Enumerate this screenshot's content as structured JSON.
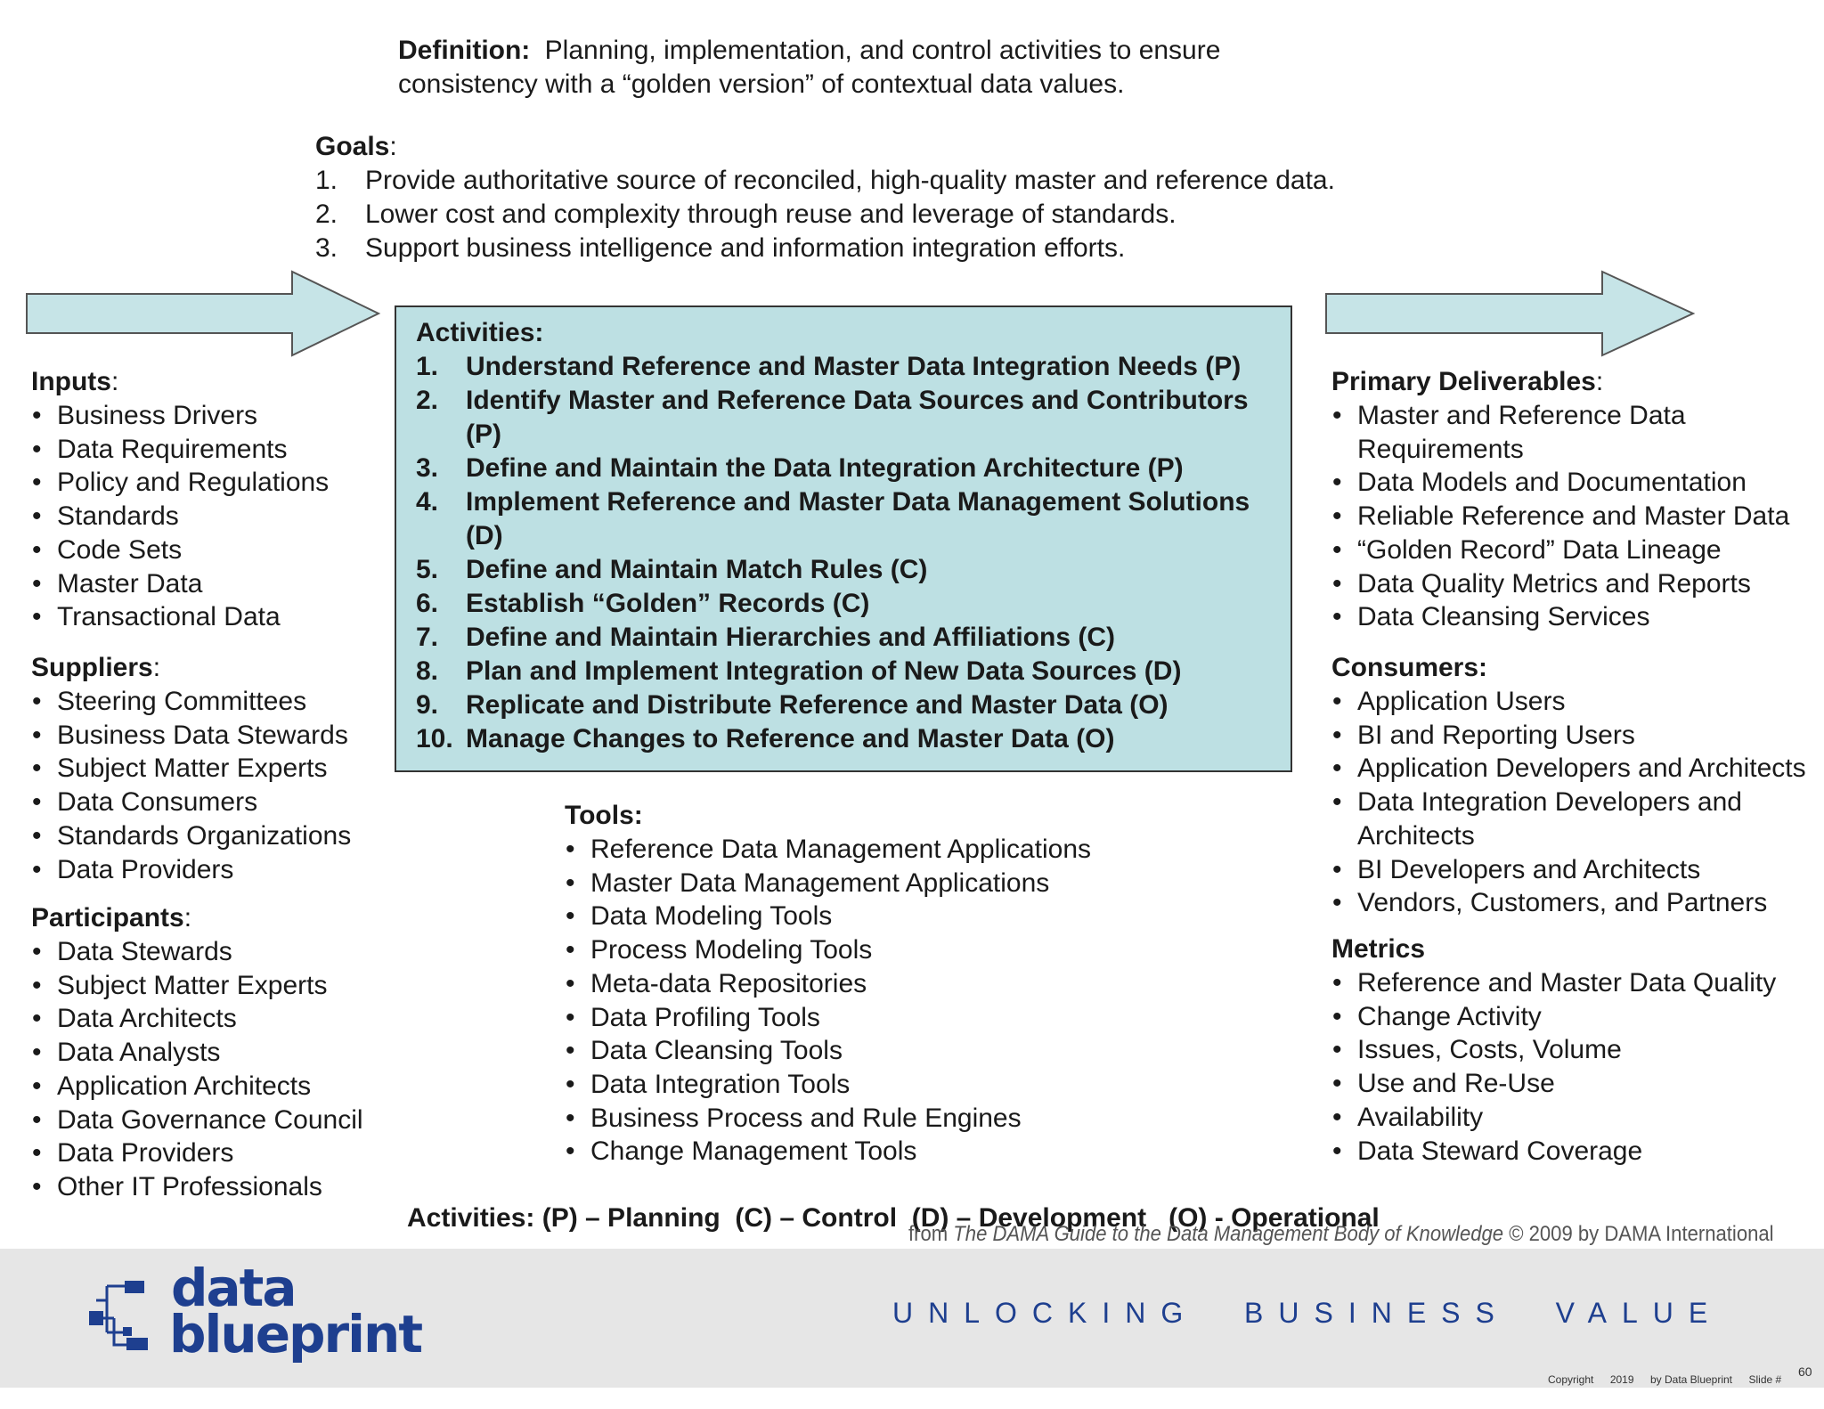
{
  "definition": {
    "label": "Definition:",
    "line1": "Planning, implementation, and control activities to ensure",
    "line2": "consistency with a “golden version” of contextual data values."
  },
  "goals": {
    "label": "Goals",
    "items": [
      {
        "num": "1.",
        "text": "Provide authoritative source of reconciled, high-quality master and reference data."
      },
      {
        "num": "2.",
        "text": "Lower cost and complexity through reuse and leverage of standards."
      },
      {
        "num": "3.",
        "text": "Support business intelligence and information integration efforts."
      }
    ]
  },
  "activities": {
    "label": "Activities:",
    "items": [
      {
        "num": "1.",
        "text": "Understand Reference and Master Data Integration Needs (P)"
      },
      {
        "num": "2.",
        "text": "Identify Master and Reference Data Sources and Contributors (P)"
      },
      {
        "num": "3.",
        "text": "Define and Maintain the Data Integration Architecture (P)"
      },
      {
        "num": "4.",
        "text": "Implement Reference and Master Data Management Solutions (D)"
      },
      {
        "num": "5.",
        "text": "Define and Maintain Match Rules (C)"
      },
      {
        "num": "6.",
        "text": "Establish “Golden” Records (C)"
      },
      {
        "num": "7.",
        "text": "Define and Maintain Hierarchies and Affiliations (C)"
      },
      {
        "num": "8.",
        "text": "Plan and Implement Integration of New Data Sources (D)"
      },
      {
        "num": "9.",
        "text": "Replicate and Distribute Reference and Master Data (O)"
      },
      {
        "num": "10.",
        "text": "Manage Changes to Reference and Master Data (O)"
      }
    ]
  },
  "inputs": {
    "label": "Inputs",
    "items": [
      "Business Drivers",
      "Data Requirements",
      "Policy and Regulations",
      "Standards",
      "Code Sets",
      "Master Data",
      "Transactional Data"
    ]
  },
  "suppliers": {
    "label": "Suppliers",
    "items": [
      "Steering Committees",
      "Business Data Stewards",
      "Subject Matter Experts",
      "Data Consumers",
      "Standards Organizations",
      "Data Providers"
    ]
  },
  "participants": {
    "label": "Participants",
    "items": [
      "Data Stewards",
      "Subject Matter Experts",
      "Data Architects",
      "Data Analysts",
      "Application Architects",
      "Data Governance Council",
      "Data Providers",
      "Other IT Professionals"
    ]
  },
  "tools": {
    "label": "Tools:",
    "items": [
      "Reference Data Management Applications",
      "Master Data Management Applications",
      "Data Modeling Tools",
      "Process Modeling Tools",
      "Meta-data Repositories",
      "Data Profiling Tools",
      "Data Cleansing Tools",
      "Data Integration Tools",
      "Business Process and Rule Engines",
      "Change Management Tools"
    ]
  },
  "deliverables": {
    "label": "Primary Deliverables",
    "items": [
      "Master and Reference Data",
      "Requirements",
      "Data Models and Documentation",
      "Reliable Reference and Master Data",
      "“Golden Record” Data Lineage",
      "Data Quality Metrics and Reports",
      "Data Cleansing Services"
    ]
  },
  "consumers": {
    "label": "Consumers:",
    "items": [
      "Application Users",
      "BI and Reporting Users",
      "Application Developers and Architects",
      "Data Integration Developers and",
      "Architects",
      "BI Developers and Architects",
      "Vendors, Customers, and Partners"
    ]
  },
  "metrics": {
    "label": "Metrics",
    "items": [
      "Reference and Master Data Quality",
      "Change Activity",
      "Issues, Costs, Volume",
      "Use and Re-Use",
      "Availability",
      "Data Steward Coverage"
    ]
  },
  "legend": "Activities: (P) – Planning  (C) – Control  (D) – Development   (O) - Operational",
  "source": {
    "prefix": "from ",
    "title": "The DAMA Guide to the Data Management Body of Knowledge",
    "suffix": " © 2009 by DAMA International"
  },
  "footer": {
    "logo_line1": "data",
    "logo_line2": "blueprint",
    "tagline": "UNLOCKING  BUSINESS  VALUE",
    "copyright": "Copyright",
    "year": "2019",
    "by": "by Data Blueprint",
    "slide_label": "Slide #",
    "slide_num": "60"
  },
  "colors": {
    "activities_fill": "#bde0e3",
    "arrow_fill": "#c6e4e7",
    "logo_blue": "#1e3f8f",
    "footer_band": "#e6e6e6"
  }
}
